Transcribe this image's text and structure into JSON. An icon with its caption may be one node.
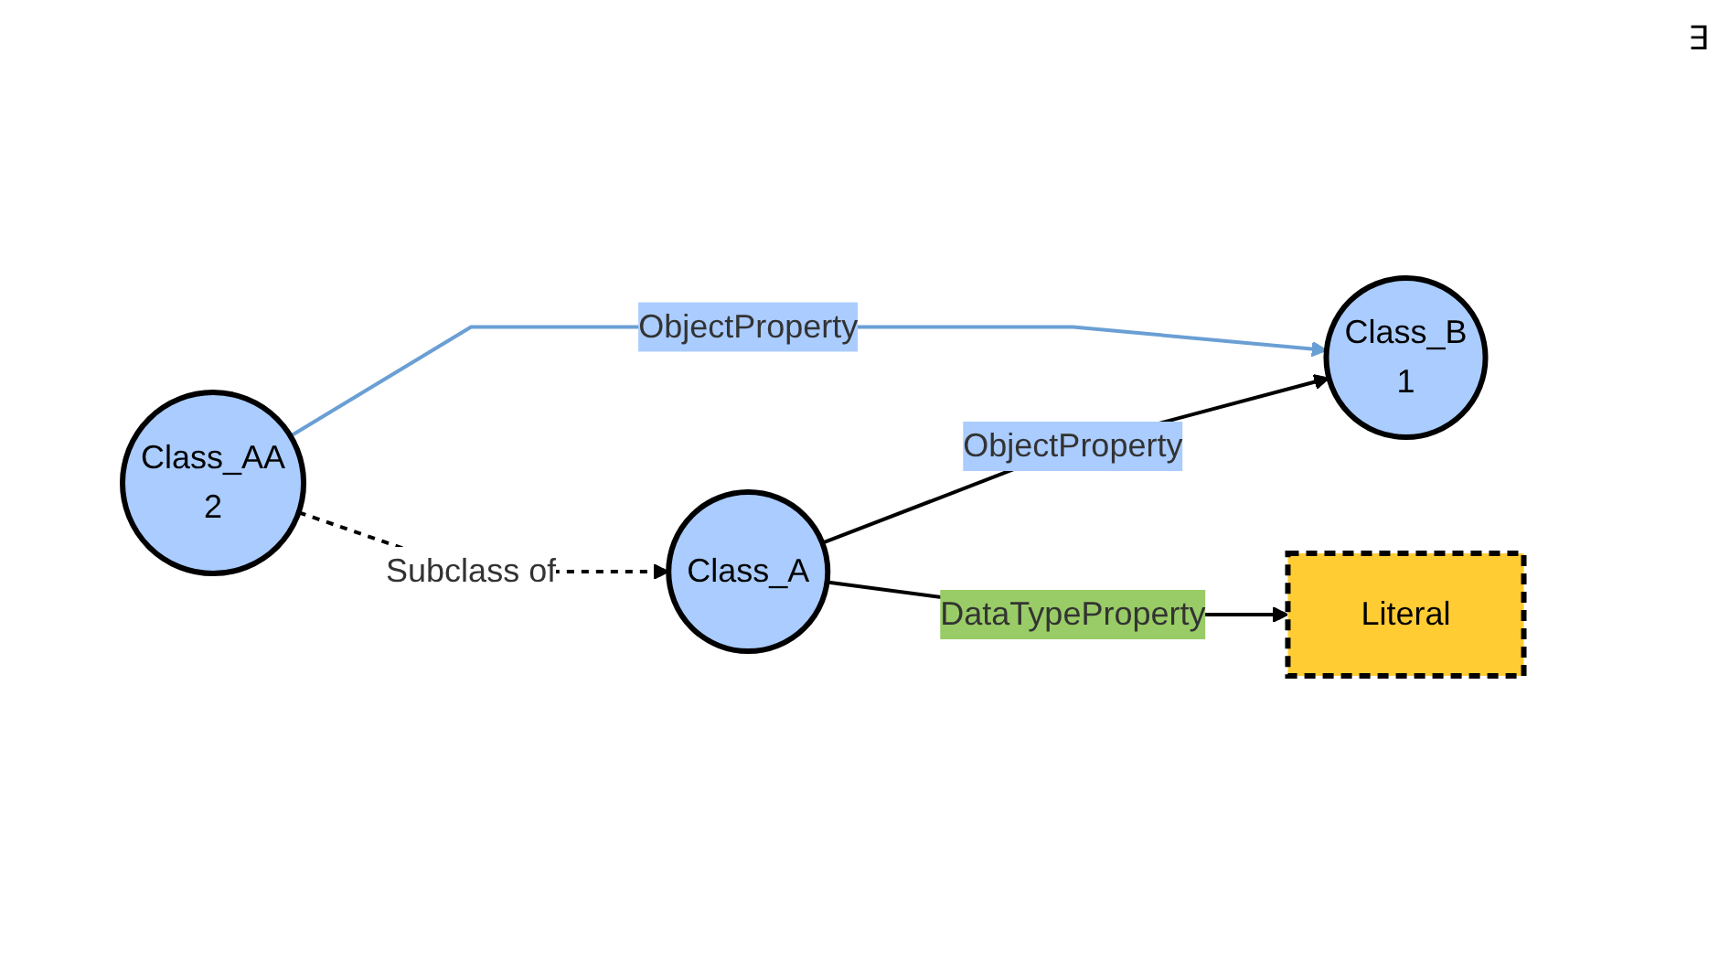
{
  "diagram": {
    "nodes": [
      {
        "text": [
          "Class_AA",
          "2"
        ]
      },
      {
        "text": [
          "Class_B",
          "1"
        ]
      },
      {
        "text": [
          "Class_A"
        ]
      },
      {
        "text": [
          "Literal"
        ]
      }
    ],
    "edges": [
      {
        "from": 0,
        "to": 1,
        "arrow": "to",
        "label": "ObjectProperty",
        "color": "#6a9fd4"
      },
      {
        "from": 0,
        "to": 2,
        "arrow": "to",
        "label": "Subclass of",
        "style": "dashed"
      },
      {
        "from": 2,
        "to": 1,
        "arrow": "to",
        "label": "ObjectProperty"
      },
      {
        "from": 2,
        "to": 3,
        "arrow": "to",
        "label": "DataTypeProperty"
      }
    ],
    "labels": [
      "∃"
    ]
  }
}
